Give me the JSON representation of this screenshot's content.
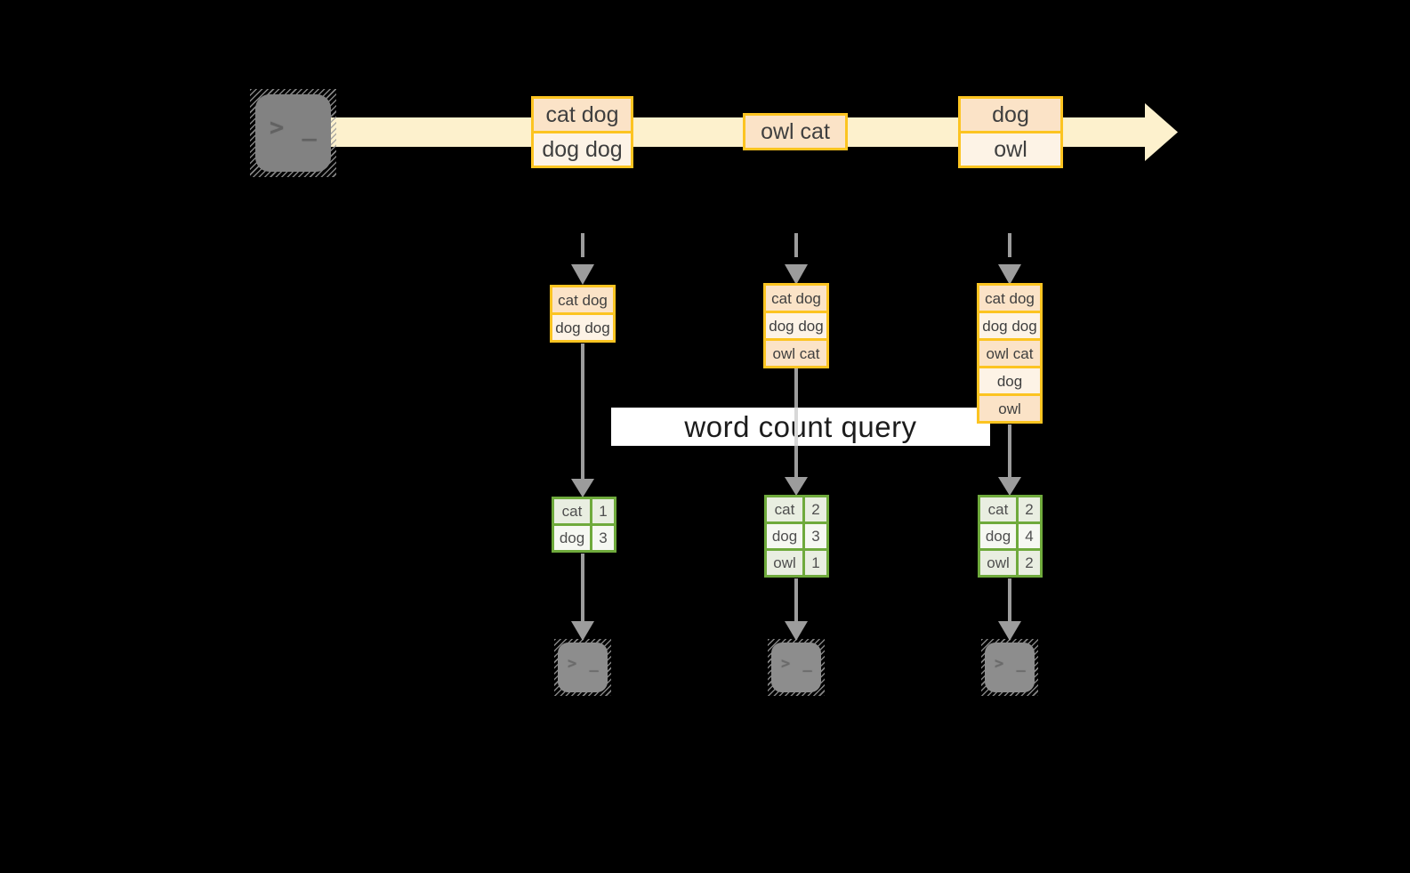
{
  "query": {
    "label": "word count query"
  },
  "icons": {
    "source_terminal": "terminal-icon",
    "output_terminal": "terminal-icon",
    "prompt_glyph": "> _"
  },
  "stream": {
    "events": [
      {
        "rows": [
          "cat dog",
          "dog dog"
        ]
      },
      {
        "rows": [
          "owl cat"
        ]
      },
      {
        "rows": [
          "dog",
          "owl"
        ]
      }
    ]
  },
  "columns": [
    {
      "buffer": {
        "rows": [
          "cat dog",
          "dog dog"
        ]
      },
      "counts": {
        "rows": [
          {
            "word": "cat",
            "count": "1"
          },
          {
            "word": "dog",
            "count": "3"
          }
        ]
      }
    },
    {
      "buffer": {
        "rows": [
          "cat dog",
          "dog dog",
          "owl cat"
        ]
      },
      "counts": {
        "rows": [
          {
            "word": "cat",
            "count": "2"
          },
          {
            "word": "dog",
            "count": "3"
          },
          {
            "word": "owl",
            "count": "1"
          }
        ]
      }
    },
    {
      "buffer": {
        "rows": [
          "cat dog",
          "dog dog",
          "owl cat",
          "dog",
          "owl"
        ]
      },
      "counts": {
        "rows": [
          {
            "word": "cat",
            "count": "2"
          },
          {
            "word": "dog",
            "count": "4"
          },
          {
            "word": "owl",
            "count": "2"
          }
        ]
      }
    }
  ],
  "colors": {
    "stream_fill": "#fdf1cd",
    "box_border": "#fcc421",
    "cell_peach": "#fbe3c7",
    "cell_cream": "#fdf3e6",
    "table_border": "#6faa3c",
    "cell_green": "#e9eee1",
    "cell_green_light": "#f6f8f2",
    "arrow_gray": "#9c9c9c",
    "query_band": "#ffffff"
  }
}
